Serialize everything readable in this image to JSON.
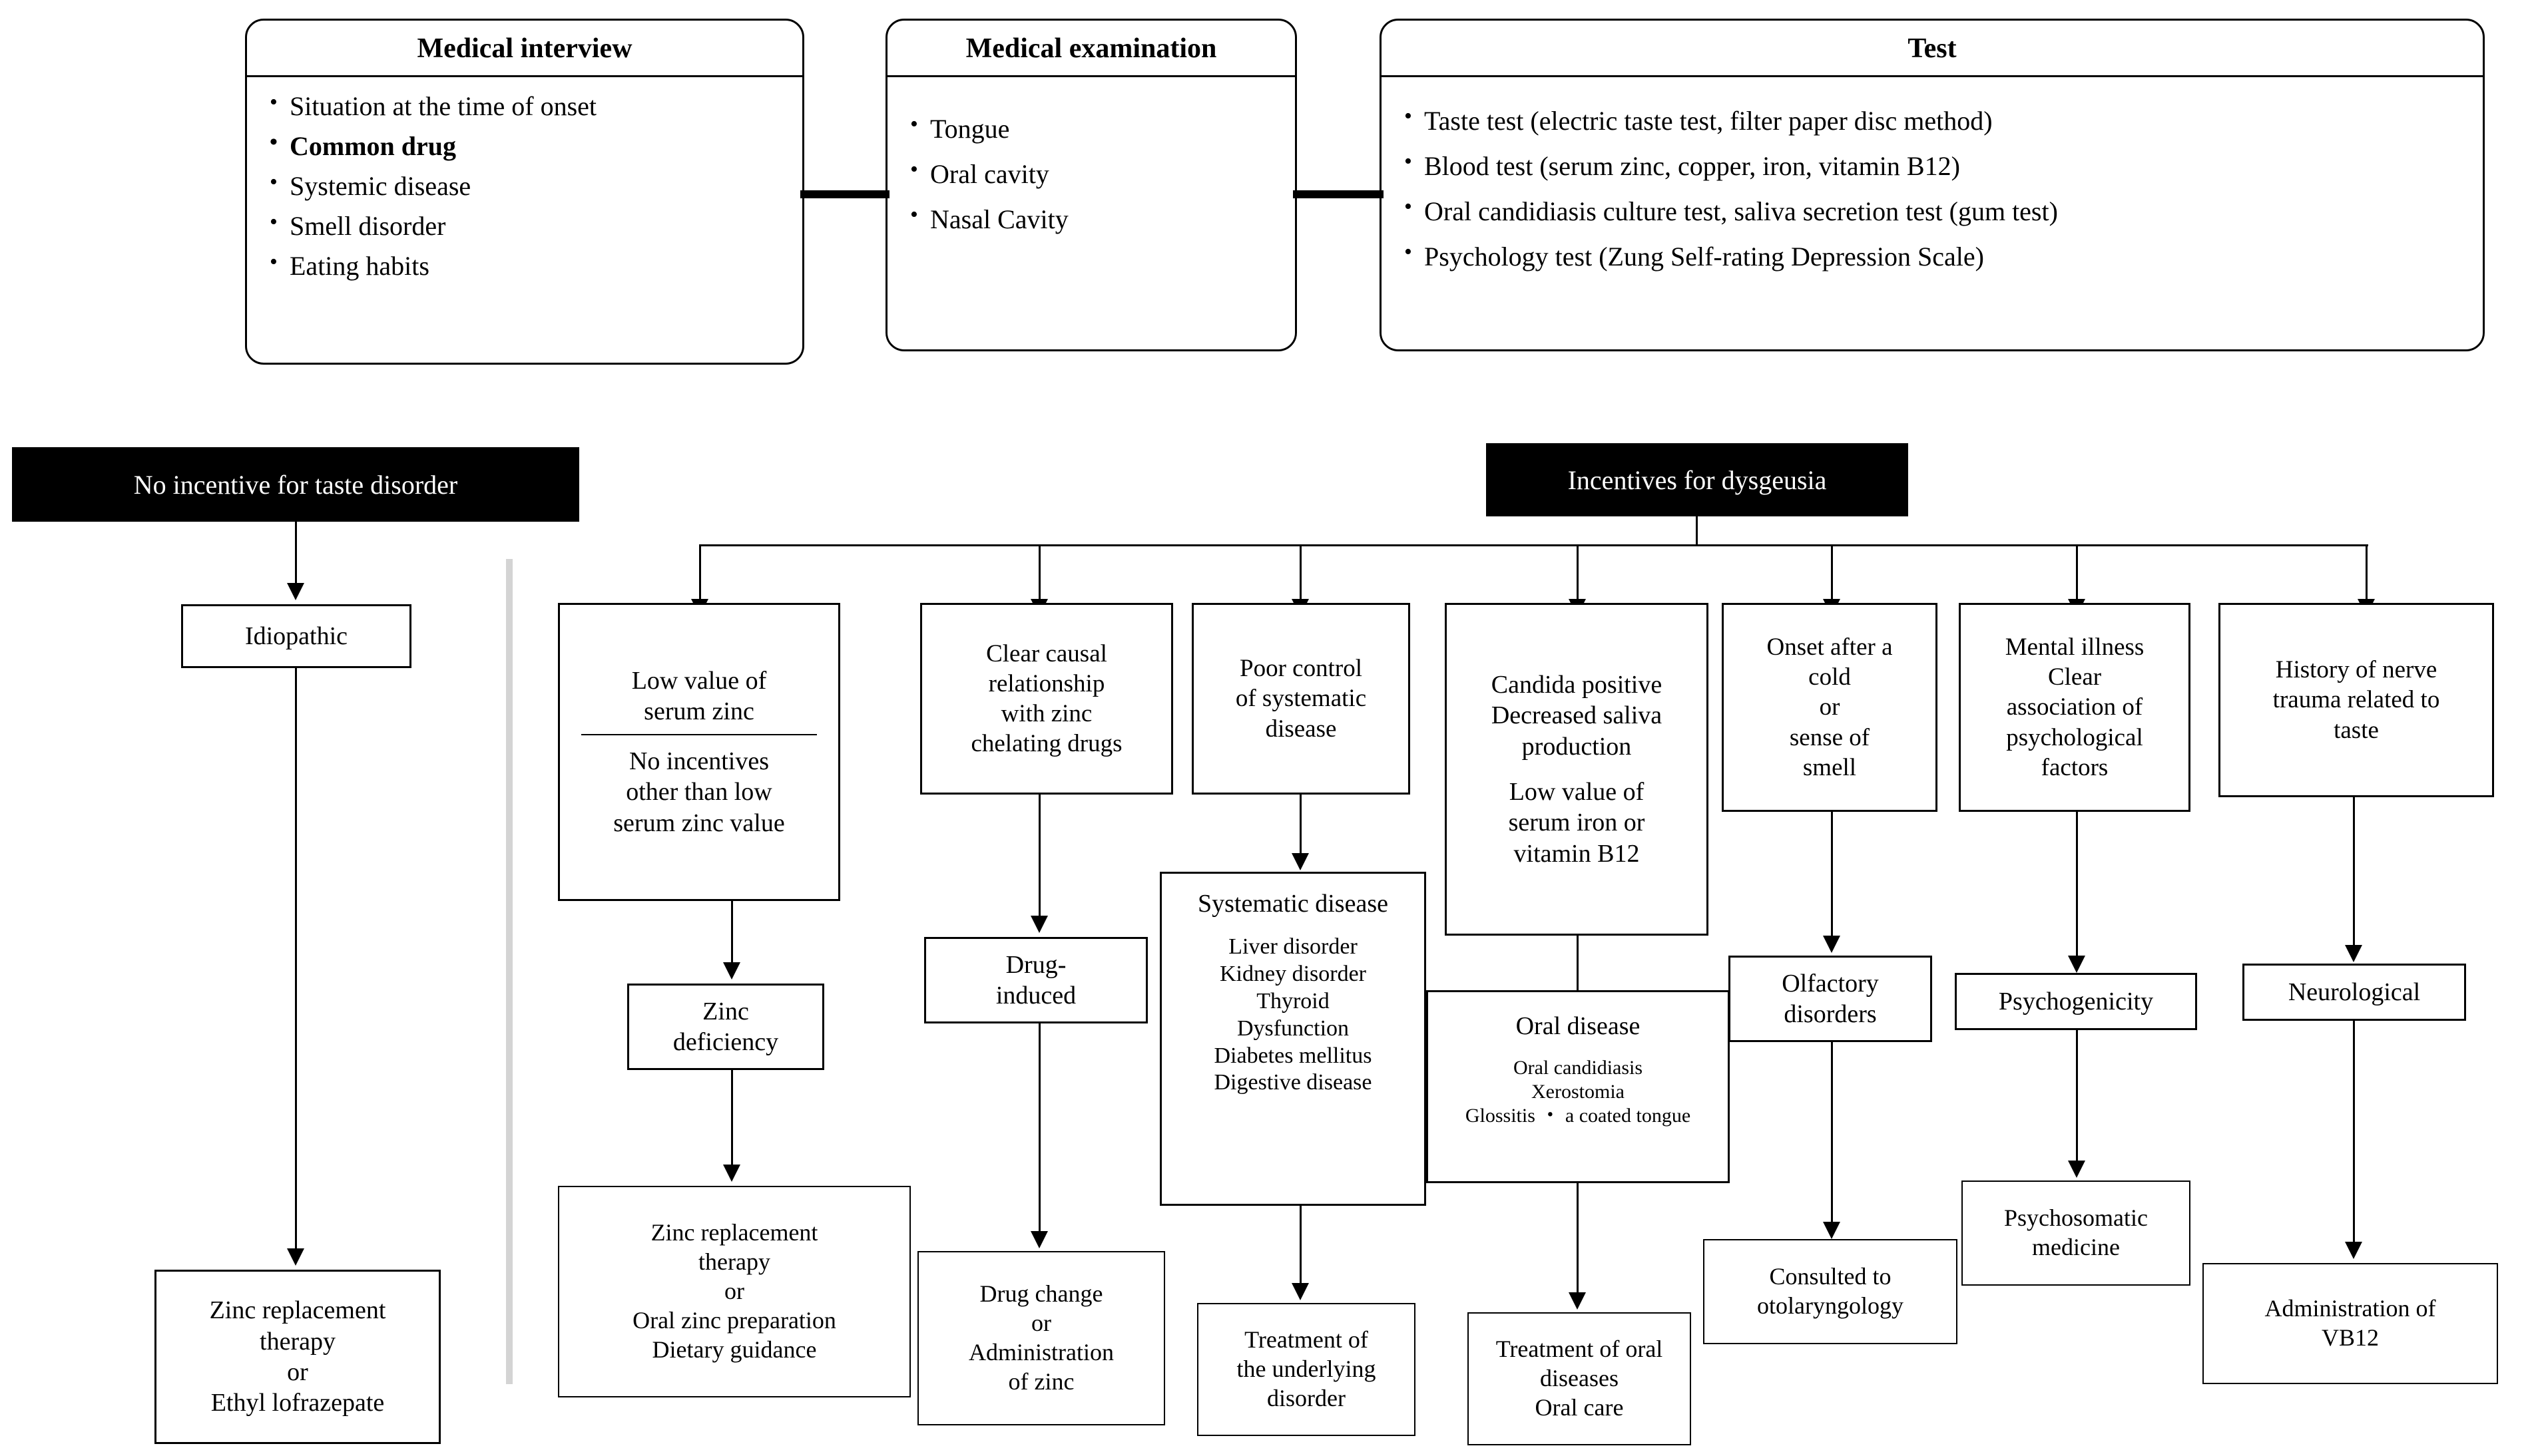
{
  "header": {
    "boxes": [
      {
        "id": "medical-interview",
        "title": "Medical interview",
        "items": [
          {
            "text": "Situation at the time of onset",
            "bold": false
          },
          {
            "text": "Common drug",
            "bold": true
          },
          {
            "text": "Systemic disease",
            "bold": false
          },
          {
            "text": "Smell disorder",
            "bold": false
          },
          {
            "text": "Eating habits",
            "bold": false
          }
        ]
      },
      {
        "id": "medical-examination",
        "title": "Medical examination",
        "items": [
          {
            "text": "Tongue",
            "bold": false
          },
          {
            "text": "Oral cavity",
            "bold": false
          },
          {
            "text": "Nasal Cavity",
            "bold": false
          }
        ]
      },
      {
        "id": "test",
        "title": "Test",
        "items": [
          {
            "text": "Taste test (electric taste test, filter paper disc method)",
            "bold": false
          },
          {
            "text": "Blood test (serum zinc, copper, iron, vitamin B12)",
            "bold": false
          },
          {
            "text": "Oral candidiasis culture test, saliva secretion test (gum test)",
            "bold": false
          },
          {
            "text": "Psychology test (Zung Self-rating Depression Scale)",
            "bold": false
          }
        ]
      }
    ]
  },
  "banners": {
    "no_incentive": "No incentive for taste disorder",
    "incentives": "Incentives for dysgeusia"
  },
  "branches": {
    "idiopathic": {
      "condition": "Idiopathic",
      "treatment_lines": [
        "Zinc replacement",
        "therapy",
        "or",
        "Ethyl lofrazepate"
      ]
    },
    "low_zinc": {
      "condition_lines": [
        "Low value of",
        "serum zinc"
      ],
      "detail_lines": [
        "No incentives",
        "other than low",
        "serum zinc value"
      ],
      "diagnosis_lines": [
        "Zinc",
        "deficiency"
      ],
      "treatment_lines": [
        "Zinc replacement",
        "therapy",
        "or",
        "Oral zinc preparation",
        "Dietary guidance"
      ]
    },
    "chelating": {
      "condition_lines": [
        "Clear causal",
        "relationship",
        "with zinc",
        "chelating drugs"
      ],
      "diagnosis_lines": [
        "Drug-",
        "induced"
      ],
      "treatment_lines": [
        "Drug change",
        "or",
        "Administration",
        "of zinc"
      ]
    },
    "systematic": {
      "condition_lines": [
        "Poor control",
        "of systematic",
        "disease"
      ],
      "diagnosis_title": "Systematic disease",
      "diagnosis_items": [
        "Liver disorder",
        "Kidney disorder",
        "Thyroid",
        "Dysfunction",
        "Diabetes mellitus",
        "Digestive disease"
      ],
      "treatment_lines": [
        "Treatment of",
        "the underlying",
        "disorder"
      ]
    },
    "candida": {
      "condition_lines": [
        "Candida positive",
        "Decreased saliva",
        "production",
        "Low value of",
        "serum iron or",
        "vitamin B12"
      ],
      "diagnosis_title": "Oral disease",
      "diagnosis_items": [
        "Oral candidiasis",
        "Xerostomia",
        "Glossitis ・ a coated tongue"
      ],
      "treatment_lines": [
        "Treatment of oral",
        "diseases",
        "Oral care"
      ]
    },
    "cold": {
      "condition_lines": [
        "Onset after a",
        "cold",
        "or",
        "sense of",
        "smell"
      ],
      "diagnosis_lines": [
        "Olfactory",
        "disorders"
      ],
      "treatment_lines": [
        "Consulted to",
        "otolaryngology"
      ]
    },
    "mental": {
      "condition_lines": [
        "Mental illness",
        "Clear",
        "association of",
        "psychological",
        "factors"
      ],
      "diagnosis_lines": [
        "Psychogenicity"
      ],
      "treatment_lines": [
        "Psychosomatic",
        "medicine"
      ]
    },
    "nerve": {
      "condition_lines": [
        "History of nerve",
        "trauma related to",
        "taste"
      ],
      "diagnosis_lines": [
        "Neurological"
      ],
      "treatment_lines": [
        "Administration of",
        "VB12"
      ]
    }
  },
  "colors": {
    "line": "#000000",
    "banner_bg": "#000000",
    "banner_text": "#ffffff",
    "divider": "#d4d4d4"
  }
}
